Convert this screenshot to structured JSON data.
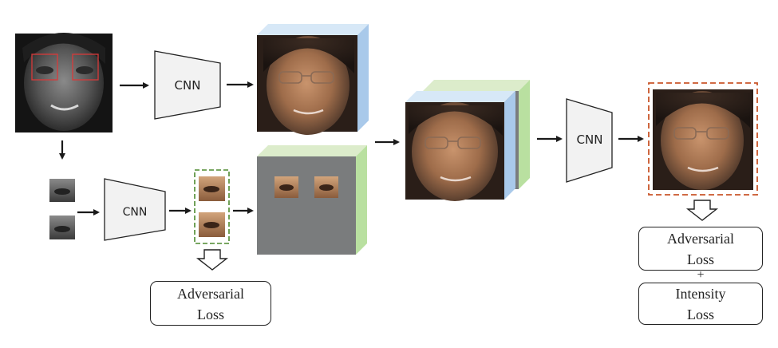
{
  "diagram": {
    "cnn_label": "CNN",
    "loss_left": {
      "line1": "Adversarial",
      "line2": "Loss"
    },
    "loss_right_top": {
      "line1": "Adversarial",
      "line2": "Loss"
    },
    "plus": "+",
    "loss_right_bottom": {
      "line1": "Intensity",
      "line2": "Loss"
    }
  },
  "colors": {
    "arrow": "#1a1a1a",
    "cnn_fill": "#f2f2f2",
    "cube_blue": "#a9c9ea",
    "cube_green": "#b9e0a0",
    "cube_top_blue": "#d7e8f7",
    "cube_top_green": "#dceccb",
    "eye_box_green": "#4d8a2f",
    "output_box_orange": "#c9562a",
    "eye_region_red": "#d83a3a",
    "canvas_gray": "#7a7c7d"
  }
}
